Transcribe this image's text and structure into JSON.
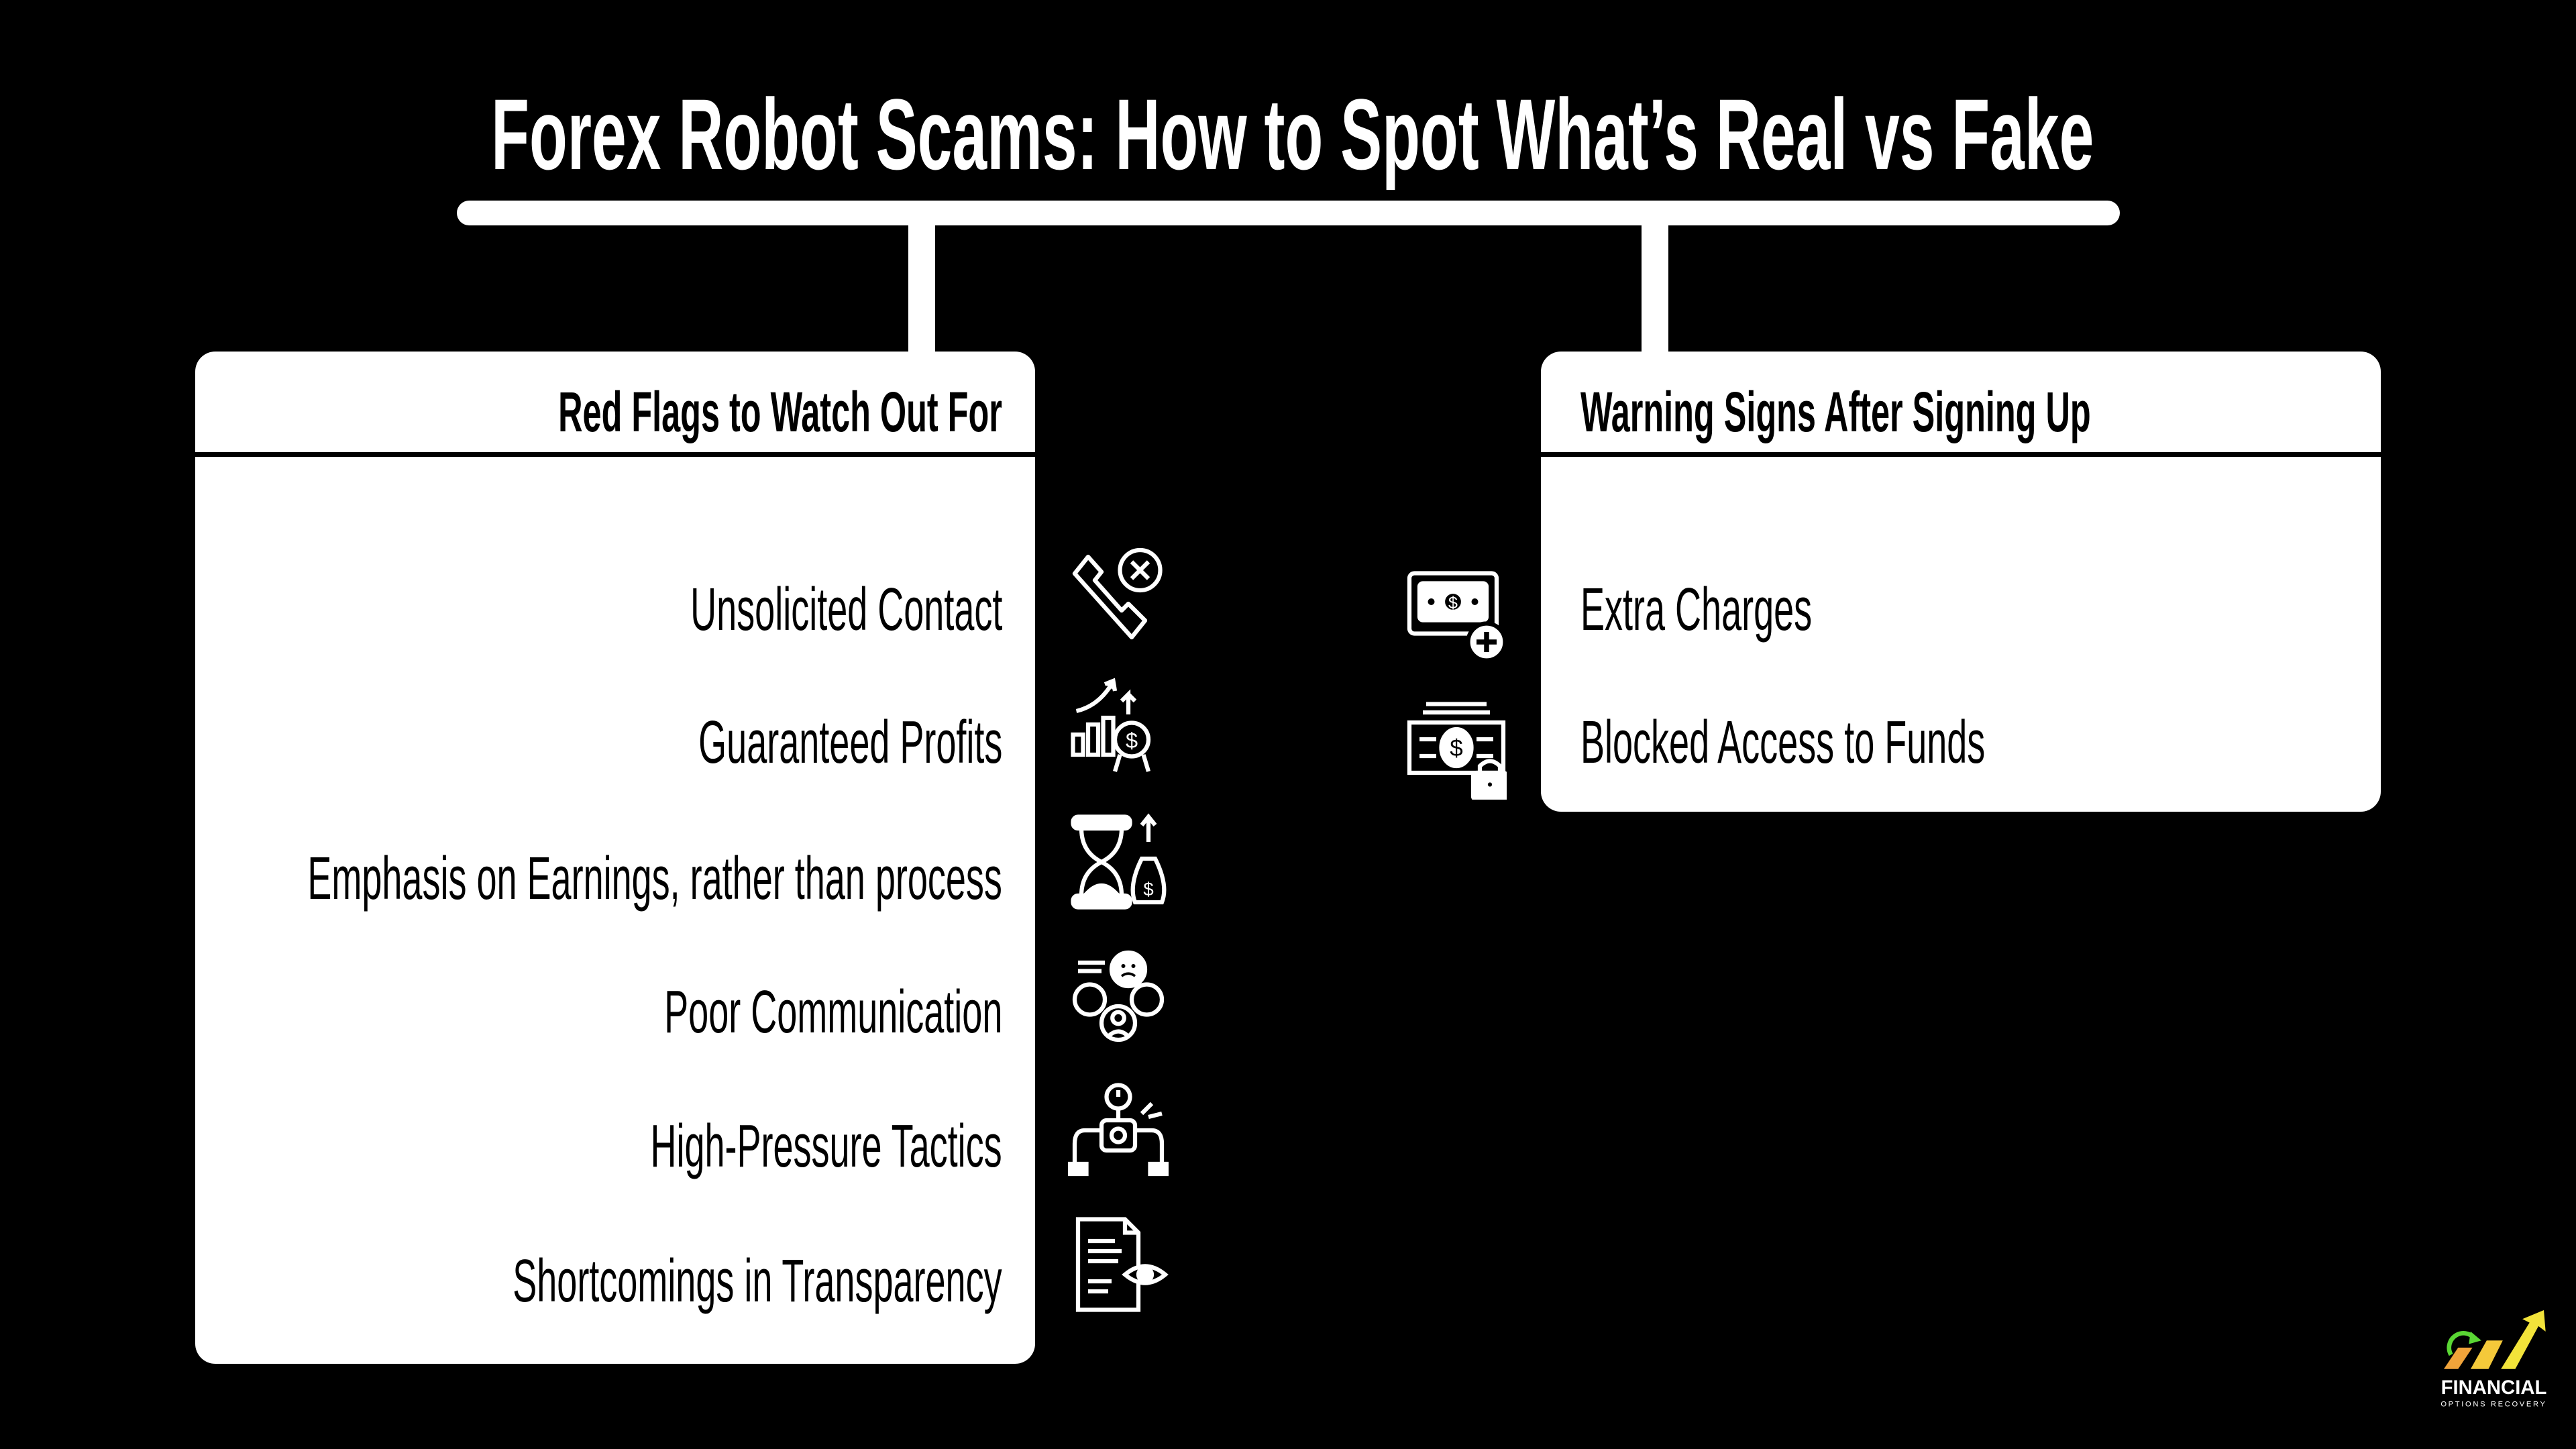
{
  "title": "Forex Robot Scams: How to Spot What’s Real vs Fake",
  "left_card": {
    "heading": "Red Flags to Watch Out For",
    "items": [
      {
        "label": "Unsolicited Contact",
        "icon": "phone-rejected-icon"
      },
      {
        "label": "Guaranteed Profits",
        "icon": "growth-chart-dollar-badge-icon"
      },
      {
        "label": "Emphasis on Earnings, rather than process",
        "icon": "hourglass-money-bag-icon"
      },
      {
        "label": "Poor Communication",
        "icon": "people-chat-sad-icon"
      },
      {
        "label": "High-Pressure Tactics",
        "icon": "pressure-gauge-pipe-icon"
      },
      {
        "label": "Shortcomings in Transparency",
        "icon": "document-eye-icon"
      }
    ]
  },
  "right_card": {
    "heading": "Warning Signs After Signing Up",
    "items": [
      {
        "label": "Extra Charges",
        "icon": "banknote-plus-icon"
      },
      {
        "label": "Blocked Access to Funds",
        "icon": "banknote-lock-icon"
      }
    ]
  },
  "logo": {
    "line1": "FINANCIAL",
    "line2": "OPTIONS RECOVERY"
  },
  "colors": {
    "background": "#000000",
    "card": "#ffffff",
    "logo_yellow": "#f2e33a",
    "logo_orange": "#f0a33a",
    "logo_green": "#5ad634"
  }
}
